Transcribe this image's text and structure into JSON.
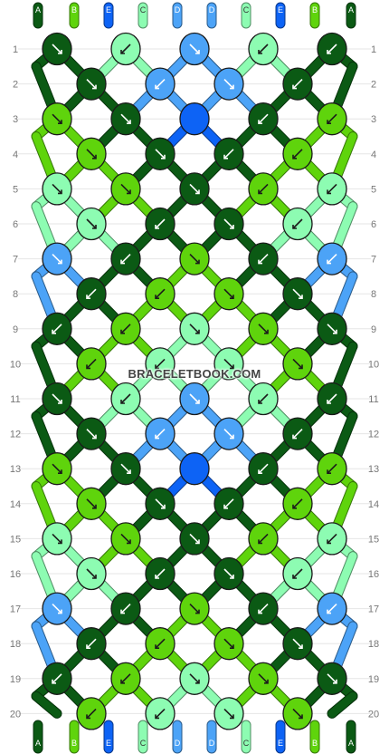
{
  "watermark": "BRACELETBOOK.COM",
  "strand_colors": {
    "A": "#0b5a14",
    "B": "#5fd40c",
    "C": "#8dfcb2",
    "D": "#4ca3f7",
    "E": "#0d63f5"
  },
  "strands_top": [
    "A",
    "B",
    "E",
    "C",
    "D",
    "D",
    "C",
    "E",
    "B",
    "A"
  ],
  "strands_bottom": [
    "A",
    "B",
    "E",
    "C",
    "D",
    "D",
    "C",
    "E",
    "B",
    "A"
  ],
  "row_numbers": [
    "1",
    "2",
    "3",
    "4",
    "5",
    "6",
    "7",
    "8",
    "9",
    "10",
    "11",
    "12",
    "13",
    "14",
    "15",
    "16",
    "17",
    "18",
    "19",
    "20"
  ],
  "knots": [
    [
      {
        "c": "A",
        "d": "se"
      },
      {
        "c": "C",
        "d": "sw"
      },
      {
        "c": "D",
        "d": "se"
      },
      {
        "c": "C",
        "d": "sw"
      },
      {
        "c": "A",
        "d": "sw"
      }
    ],
    [
      {
        "c": "A",
        "d": "se"
      },
      {
        "c": "D",
        "d": "sw"
      },
      {
        "c": "D",
        "d": "se"
      },
      {
        "c": "A",
        "d": "sw"
      }
    ],
    [
      {
        "c": "B",
        "d": "se"
      },
      {
        "c": "A",
        "d": "se"
      },
      {
        "c": "E",
        "d": ""
      },
      {
        "c": "A",
        "d": "sw"
      },
      {
        "c": "B",
        "d": "sw"
      }
    ],
    [
      {
        "c": "B",
        "d": "se"
      },
      {
        "c": "A",
        "d": "se"
      },
      {
        "c": "A",
        "d": "sw"
      },
      {
        "c": "B",
        "d": "sw"
      }
    ],
    [
      {
        "c": "C",
        "d": "se"
      },
      {
        "c": "B",
        "d": "se"
      },
      {
        "c": "A",
        "d": "se"
      },
      {
        "c": "B",
        "d": "sw"
      },
      {
        "c": "C",
        "d": "sw"
      }
    ],
    [
      {
        "c": "C",
        "d": "se"
      },
      {
        "c": "A",
        "d": "sw"
      },
      {
        "c": "A",
        "d": "se"
      },
      {
        "c": "C",
        "d": "sw"
      }
    ],
    [
      {
        "c": "D",
        "d": "se"
      },
      {
        "c": "A",
        "d": "sw"
      },
      {
        "c": "B",
        "d": "se"
      },
      {
        "c": "A",
        "d": "sw"
      },
      {
        "c": "D",
        "d": "sw"
      }
    ],
    [
      {
        "c": "A",
        "d": "sw"
      },
      {
        "c": "B",
        "d": "sw"
      },
      {
        "c": "B",
        "d": "se"
      },
      {
        "c": "A",
        "d": "se"
      }
    ],
    [
      {
        "c": "A",
        "d": "sw"
      },
      {
        "c": "B",
        "d": "sw"
      },
      {
        "c": "C",
        "d": "se"
      },
      {
        "c": "B",
        "d": "se"
      },
      {
        "c": "A",
        "d": "se"
      }
    ],
    [
      {
        "c": "B",
        "d": "sw"
      },
      {
        "c": "C",
        "d": "sw"
      },
      {
        "c": "C",
        "d": "se"
      },
      {
        "c": "B",
        "d": "se"
      }
    ],
    [
      {
        "c": "A",
        "d": "se"
      },
      {
        "c": "C",
        "d": "sw"
      },
      {
        "c": "D",
        "d": "se"
      },
      {
        "c": "C",
        "d": "sw"
      },
      {
        "c": "A",
        "d": "sw"
      }
    ],
    [
      {
        "c": "A",
        "d": "se"
      },
      {
        "c": "D",
        "d": "sw"
      },
      {
        "c": "D",
        "d": "se"
      },
      {
        "c": "A",
        "d": "sw"
      }
    ],
    [
      {
        "c": "B",
        "d": "se"
      },
      {
        "c": "A",
        "d": "se"
      },
      {
        "c": "E",
        "d": ""
      },
      {
        "c": "A",
        "d": "sw"
      },
      {
        "c": "B",
        "d": "sw"
      }
    ],
    [
      {
        "c": "B",
        "d": "se"
      },
      {
        "c": "A",
        "d": "se"
      },
      {
        "c": "A",
        "d": "sw"
      },
      {
        "c": "B",
        "d": "sw"
      }
    ],
    [
      {
        "c": "C",
        "d": "se"
      },
      {
        "c": "B",
        "d": "se"
      },
      {
        "c": "A",
        "d": "se"
      },
      {
        "c": "B",
        "d": "sw"
      },
      {
        "c": "C",
        "d": "sw"
      }
    ],
    [
      {
        "c": "C",
        "d": "se"
      },
      {
        "c": "A",
        "d": "sw"
      },
      {
        "c": "A",
        "d": "se"
      },
      {
        "c": "C",
        "d": "sw"
      }
    ],
    [
      {
        "c": "D",
        "d": "se"
      },
      {
        "c": "A",
        "d": "sw"
      },
      {
        "c": "B",
        "d": "se"
      },
      {
        "c": "A",
        "d": "sw"
      },
      {
        "c": "D",
        "d": "sw"
      }
    ],
    [
      {
        "c": "A",
        "d": "sw"
      },
      {
        "c": "B",
        "d": "sw"
      },
      {
        "c": "B",
        "d": "se"
      },
      {
        "c": "A",
        "d": "se"
      }
    ],
    [
      {
        "c": "A",
        "d": "sw"
      },
      {
        "c": "B",
        "d": "sw"
      },
      {
        "c": "C",
        "d": "se"
      },
      {
        "c": "B",
        "d": "se"
      },
      {
        "c": "A",
        "d": "se"
      }
    ],
    [
      {
        "c": "B",
        "d": "sw"
      },
      {
        "c": "C",
        "d": "sw"
      },
      {
        "c": "C",
        "d": "se"
      },
      {
        "c": "B",
        "d": "se"
      }
    ]
  ]
}
